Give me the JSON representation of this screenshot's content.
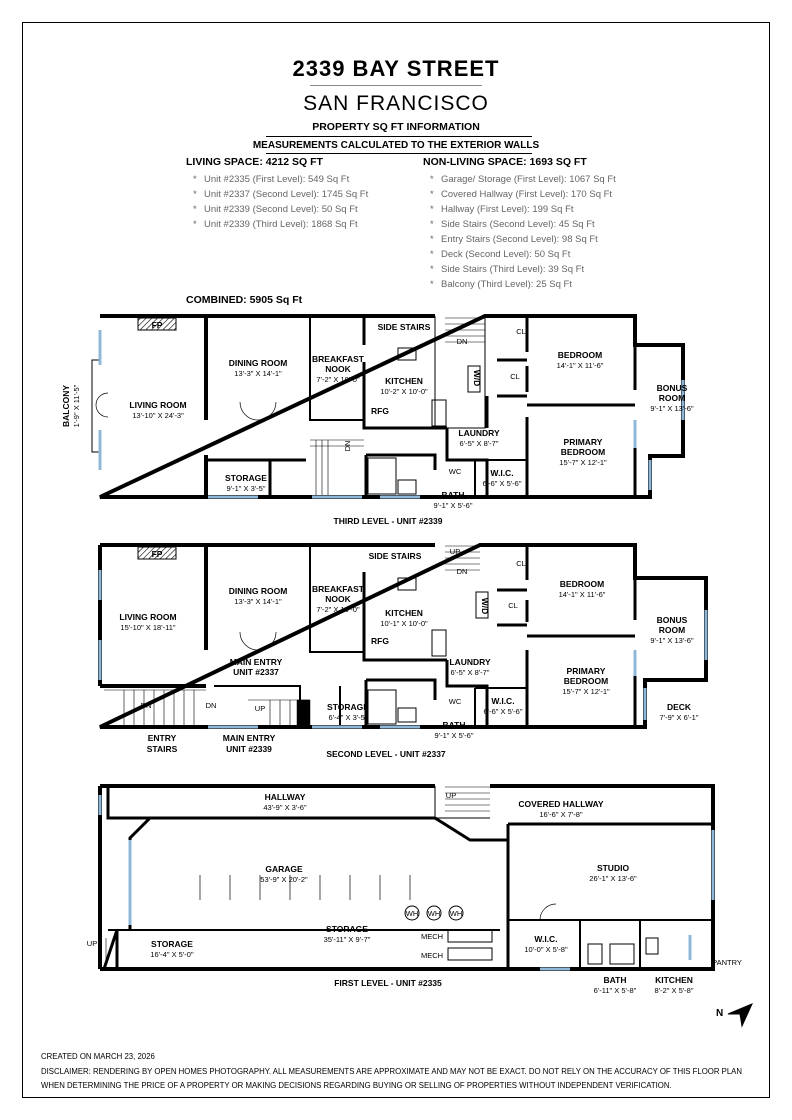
{
  "header": {
    "address": "2339 BAY STREET",
    "city": "SAN FRANCISCO",
    "subtitle": "PROPERTY SQ FT INFORMATION",
    "note": "MEASUREMENTS CALCULATED TO THE EXTERIOR WALLS"
  },
  "living": {
    "heading": "LIVING SPACE: 4212 SQ FT",
    "items": [
      "Unit #2335 (First Level):  549 Sq Ft",
      "Unit #2337 (Second Level):  1745 Sq Ft",
      "Unit #2339 (Second Level):  50 Sq Ft",
      "Unit #2339 (Third Level):  1868 Sq Ft"
    ]
  },
  "nonliving": {
    "heading": "NON-LIVING SPACE: 1693 SQ FT",
    "items": [
      "Garage/ Storage (First Level):  1067 Sq Ft",
      "Covered Hallway (First Level):  170 Sq Ft",
      "Hallway (First Level):  199 Sq Ft",
      "Side Stairs (Second Level):  45 Sq Ft",
      "Entry Stairs (Second Level):  98 Sq Ft",
      "Deck (Second Level):  50 Sq Ft",
      "Side Stairs (Third Level):  39 Sq Ft",
      "Balcony (Third Level):  25 Sq Ft"
    ]
  },
  "combined": "COMBINED:    5905  Sq Ft",
  "third_level": {
    "caption": "THIRD LEVEL - UNIT #2339",
    "balcony": "BALCONY",
    "balcony_dim": "1'-9\" X 11'-5\"",
    "fp": "FP",
    "living": "LIVING ROOM",
    "living_dim": "13'-10\" X 24'-3\"",
    "dining": "DINING ROOM",
    "dining_dim": "13'-3\" X 14'-1\"",
    "nook": "BREAKFAST",
    "nook2": "NOOK",
    "nook_dim": "7'-2\" X 10'-0\"",
    "kitchen": "KITCHEN",
    "kitchen_dim": "10'-2\" X 10'-0\"",
    "rfg": "RFG",
    "wd": "W/D",
    "dn": "DN",
    "side_stairs": "SIDE STAIRS",
    "cl": "CL",
    "bedroom": "BEDROOM",
    "bedroom_dim": "14'-1\" X 11'-6\"",
    "bonus": "BONUS",
    "bonus2": "ROOM",
    "bonus_dim": "9'-1\" X 13'-6\"",
    "laundry": "LAUNDRY",
    "laundry_dim": "6'-5\" X 8'-7\"",
    "primary": "PRIMARY",
    "primary2": "BEDROOM",
    "primary_dim": "15'-7\" X 12'-1\"",
    "storage": "STORAGE",
    "storage_dim": "9'-1\" X 3'-5\"",
    "wc": "WC",
    "wic": "W.I.C.",
    "wic_dim": "6'-6\" X 5'-6\"",
    "bath": "BATH",
    "bath_dim": "9'-1\" X 5'-6\""
  },
  "second_level": {
    "caption": "SECOND LEVEL - UNIT #2337",
    "fp": "FP",
    "living": "LIVING ROOM",
    "living_dim": "15'-10\" X 18'-11\"",
    "dining": "DINING ROOM",
    "dining_dim": "13'-3\" X 14'-1\"",
    "nook": "BREAKFAST",
    "nook2": "NOOK",
    "nook_dim": "7'-2\" X 10'-0\"",
    "kitchen": "KITCHEN",
    "kitchen_dim": "10'-1\" X 10'-0\"",
    "rfg": "RFG",
    "wd": "W/D",
    "up": "UP",
    "dn": "DN",
    "side_stairs": "SIDE STAIRS",
    "cl": "CL",
    "bedroom": "BEDROOM",
    "bedroom_dim": "14'-1\" X 11'-6\"",
    "bonus": "BONUS",
    "bonus2": "ROOM",
    "bonus_dim": "9'-1\" X 13'-6\"",
    "laundry": "LAUNDRY",
    "laundry_dim": "6'-5\" X 8'-7\"",
    "primary": "PRIMARY",
    "primary2": "BEDROOM",
    "primary_dim": "15'-7\" X 12'-1\"",
    "main_entry_a": "MAIN ENTRY",
    "main_entry_a2": "UNIT #2337",
    "entry_stairs": "ENTRY",
    "entry_stairs2": "STAIRS",
    "main_entry_b": "MAIN ENTRY",
    "main_entry_b2": "UNIT #2339",
    "storage": "STORAGE",
    "storage_dim": "6'-4\" X 3'-5\"",
    "wc": "WC",
    "wic": "W.I.C.",
    "wic_dim": "6'-6\" X 5'-6\"",
    "bath": "BATH",
    "bath_dim": "9'-1\" X 5'-6\"",
    "deck": "DECK",
    "deck_dim": "7'-9\" X 6'-1\""
  },
  "first_level": {
    "caption": "FIRST LEVEL - UNIT #2335",
    "hallway": "HALLWAY",
    "hallway_dim": "43'-9\" X 3'-6\"",
    "up": "UP",
    "covered": "COVERED HALLWAY",
    "covered_dim": "16'-6\" X 7'-8\"",
    "garage": "GARAGE",
    "garage_dim": "53'-9\" X 20'-2\"",
    "studio": "STUDIO",
    "studio_dim": "26'-1\" X 13'-6\"",
    "storage_main": "STORAGE",
    "storage_main_dim": "35'-11\" X 9'-7\"",
    "wh": "WH",
    "mech": "MECH",
    "storage_small": "STORAGE",
    "storage_small_dim": "16'-4\" X 5'-0\"",
    "wic": "W.I.C.",
    "wic_dim": "10'-0\" X 5'-8\"",
    "bath": "BATH",
    "bath_dim": "6'-11\" X 5'-8\"",
    "kitchen": "KITCHEN",
    "kitchen_dim": "8'-2\" X 5'-8\"",
    "pantry": "PANTRY"
  },
  "north": "N",
  "footer": {
    "created": "CREATED ON MARCH 23, 2026",
    "disclaimer1": "DISCLAIMER: RENDERING BY OPEN HOMES PHOTOGRAPHY. ALL MEASUREMENTS ARE APPROXIMATE AND MAY NOT BE EXACT. DO NOT RELY ON THE ACCURACY OF THIS FLOOR PLAN",
    "disclaimer2": "WHEN DETERMINING THE PRICE OF A PROPERTY OR MAKING DECISIONS REGARDING BUYING OR SELLING OF PROPERTIES WITHOUT INDEPENDENT VERIFICATION."
  },
  "colors": {
    "wall": "#000000",
    "window": "#8fb8d8",
    "text": "#000000",
    "muted": "#666666"
  }
}
